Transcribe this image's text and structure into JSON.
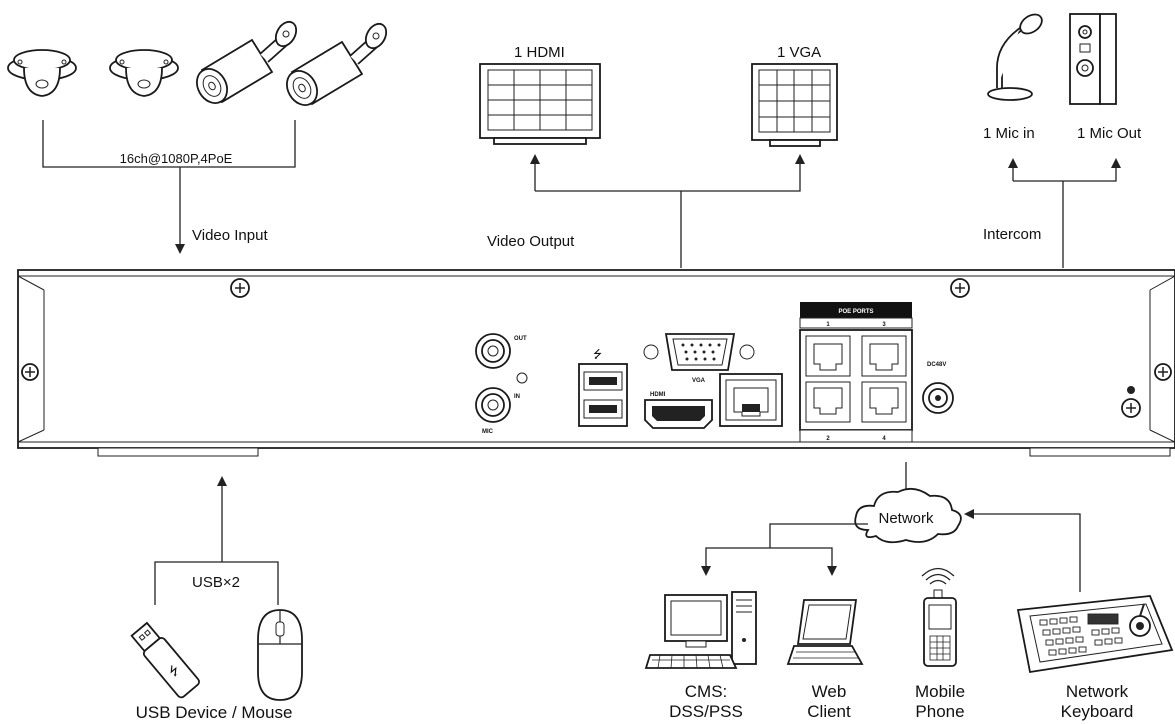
{
  "labels": {
    "camera_spec": "16ch@1080P,4PoE",
    "video_input": "Video Input",
    "video_output": "Video Output",
    "hdmi": "1 HDMI",
    "vga": "1 VGA",
    "mic_in": "1 Mic in",
    "mic_out": "1 Mic Out",
    "intercom": "Intercom",
    "usb": "USB×2",
    "usb_devices": "USB Device / Mouse",
    "network": "Network",
    "cms_line1": "CMS:",
    "cms_line2": "DSS/PSS",
    "web_line1": "Web",
    "web_line2": "Client",
    "mobile_line1": "Mobile",
    "mobile_line2": "Phone",
    "keyboard_line1": "Network",
    "keyboard_line2": "Keyboard"
  },
  "panel": {
    "poe_ports": "POE PORTS",
    "poe_1": "1",
    "poe_2": "2",
    "poe_3": "3",
    "poe_4": "4",
    "vga_port": "VGA",
    "hdmi_port": "HDMI",
    "mic": "MIC",
    "out": "OUT",
    "in": "IN",
    "power": "DC48V"
  }
}
